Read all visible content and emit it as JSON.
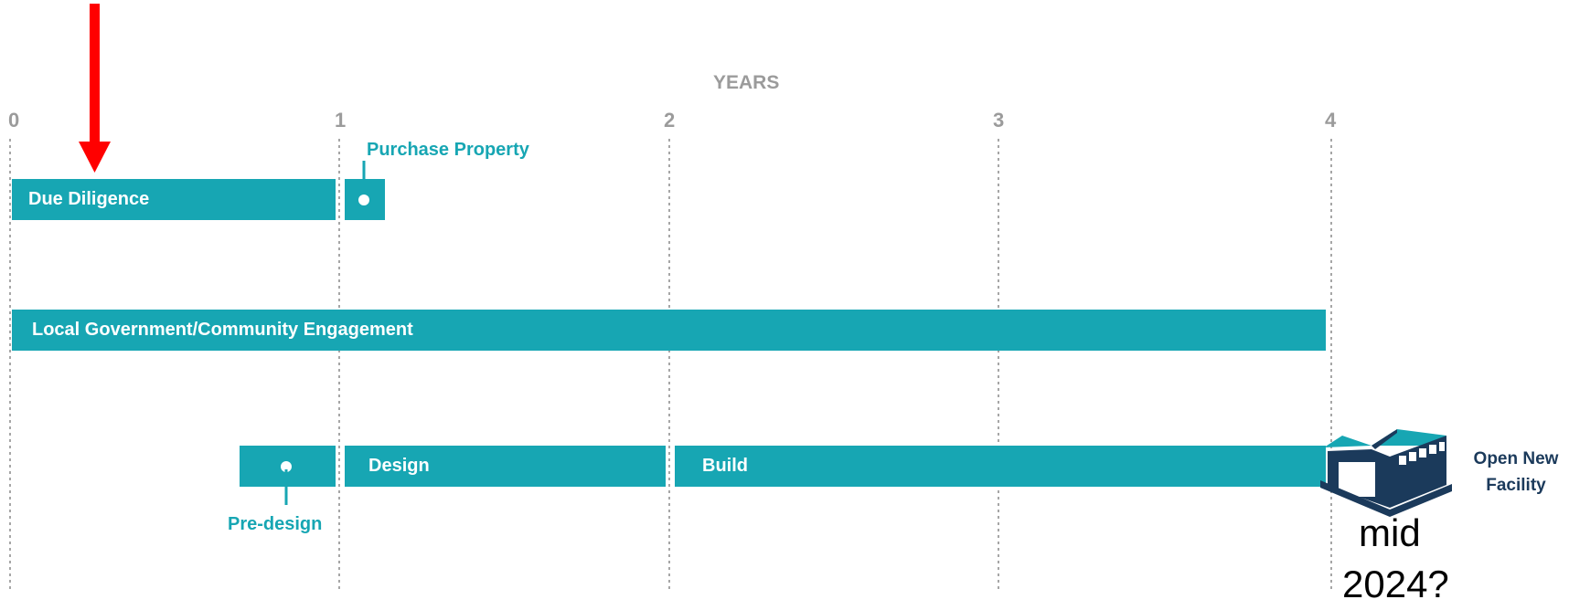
{
  "axis": {
    "title": "YEARS",
    "ticks": [
      "0",
      "1",
      "2",
      "3",
      "4"
    ]
  },
  "rows": {
    "due_diligence": "Due Diligence",
    "purchase_property": "Purchase Property",
    "engagement": "Local Government/Community Engagement",
    "predesign": "Pre-design",
    "design": "Design",
    "build": "Build"
  },
  "milestone": {
    "label_line1": "Open New",
    "label_line2": "Facility",
    "date_line1": "mid",
    "date_line2": "2024?"
  },
  "icons": {
    "marker": "red-down-arrow-icon",
    "facility": "factory-building-icon"
  },
  "colors": {
    "bar": "#17a6b3",
    "axis_text": "#9b9b9b",
    "marker": "#ff0000",
    "facility": "#1b3a5b"
  }
}
